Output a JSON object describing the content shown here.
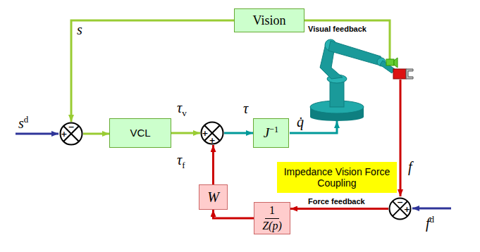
{
  "diagram": {
    "nodes": [
      {
        "text": [
          "Vision"
        ]
      },
      {
        "text": [
          "−",
          "+"
        ]
      },
      {
        "text": [
          "VCL"
        ]
      },
      {
        "text": [
          "+",
          "+"
        ]
      },
      {
        "text": [
          "J−1"
        ]
      },
      {
        "text": [
          "W"
        ]
      },
      {
        "text": [
          "Impedance Vision Force Coupling"
        ]
      },
      {
        "text": [
          "1",
          "Z(p)"
        ]
      },
      {
        "text": [
          "−",
          "+"
        ]
      }
    ],
    "edges": [
      {
        "from": 0,
        "to": 1,
        "label": "s",
        "arrow": "to"
      },
      {
        "from": 1,
        "to": 2,
        "arrow": "to"
      },
      {
        "from": 2,
        "to": 3,
        "label": "τv",
        "arrow": "to"
      },
      {
        "from": 3,
        "to": 4,
        "label": "τ",
        "arrow": "to"
      },
      {
        "from": 5,
        "to": 3,
        "label": "τf",
        "arrow": "to"
      },
      {
        "from": 7,
        "to": 5,
        "arrow": "to"
      },
      {
        "from": 8,
        "to": 7,
        "arrow": "to"
      }
    ],
    "labels": [
      "sd",
      "q̇",
      "f",
      "fd",
      "Visual feedback",
      "Force feedback"
    ]
  }
}
